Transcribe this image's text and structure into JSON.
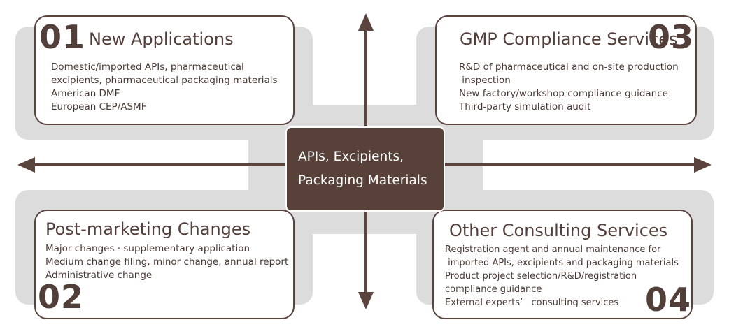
{
  "center": {
    "line1": "APIs, Excipients,",
    "line2": "Packaging Materials"
  },
  "cards": [
    {
      "number": "01",
      "title": "New Applications",
      "lines": [
        "Domestic/imported APIs, pharmaceutical",
        "excipients, pharmaceutical packaging materials",
        "American DMF",
        "European CEP/ASMF"
      ]
    },
    {
      "number": "02",
      "title": "Post-marketing Changes",
      "lines": [
        "Major changes · supplementary application",
        "Medium change filing, minor change, annual report",
        "Administrative change"
      ]
    },
    {
      "number": "03",
      "title": "GMP Compliance Services",
      "lines": [
        "R&D of pharmaceutical and on-site production",
        " inspection",
        "New factory/workshop compliance guidance",
        "Third-party simulation audit"
      ]
    },
    {
      "number": "04",
      "title": "Other Consulting Services",
      "lines": [
        "Registration agent and annual maintenance for",
        " imported APIs, excipients and packaging materials",
        "Product project selection/R&D/registration",
        "compliance guidance",
        "External experts’   consulting services"
      ]
    }
  ],
  "colors": {
    "card_border": "#5b443e",
    "center_fill": "#584139",
    "background_shape": "#dcdcdc",
    "arrow": "#5b443e"
  }
}
